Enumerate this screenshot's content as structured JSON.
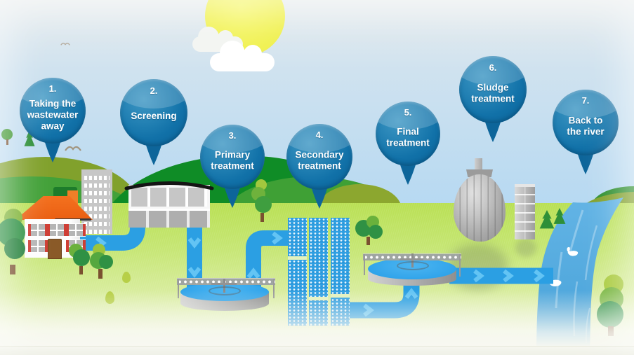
{
  "steps": [
    {
      "number": "1.",
      "label": "Taking the wastewater away"
    },
    {
      "number": "2.",
      "label": "Screening"
    },
    {
      "number": "3.",
      "label": "Primary treatment"
    },
    {
      "number": "4.",
      "label": "Secondary treatment"
    },
    {
      "number": "5.",
      "label": "Final treatment"
    },
    {
      "number": "6.",
      "label": "Sludge treatment"
    },
    {
      "number": "7.",
      "label": "Back to the river"
    }
  ],
  "colors": {
    "balloon_main": "#1371a6",
    "balloon_light": "#57a9cf",
    "balloon_pointer": "#0d659a",
    "pipe": "#2b9fe3",
    "pipe_arrow": "#63c4f4",
    "tank_water": "#38aaed",
    "river": "#4fa9dd",
    "grass": "#b9e054",
    "sun": "#f1f257",
    "sky": "#b6d9f1"
  }
}
